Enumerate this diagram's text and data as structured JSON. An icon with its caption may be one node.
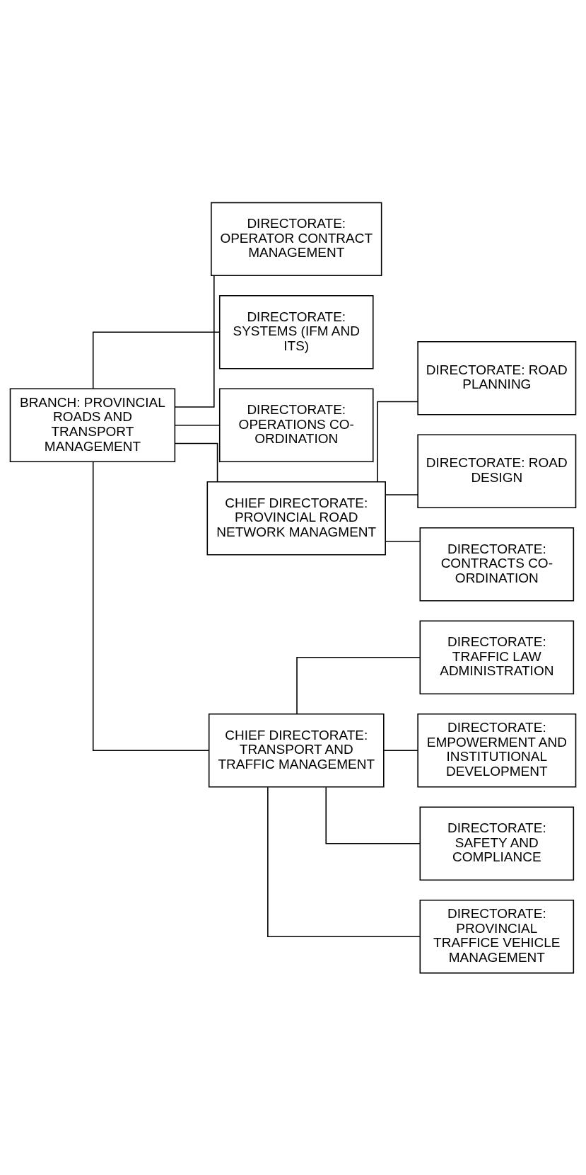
{
  "diagram": {
    "nodes": [
      {
        "text": [
          "BRANCH: PROVINCIAL ROADS AND TRANSPORT MANAGEMENT"
        ]
      },
      {
        "text": [
          "DIRECTORATE: OPERATOR CONTRACT MANAGEMENT"
        ]
      },
      {
        "text": [
          "DIRECTORATE: SYSTEMS (IFM AND ITS)"
        ]
      },
      {
        "text": [
          "DIRECTORATE: OPERATIONS CO-ORDINATION"
        ]
      },
      {
        "text": [
          "CHIEF DIRECTORATE: PROVINCIAL ROAD NETWORK MANAGMENT"
        ]
      },
      {
        "text": [
          "DIRECTORATE: ROAD PLANNING"
        ]
      },
      {
        "text": [
          "DIRECTORATE: ROAD DESIGN"
        ]
      },
      {
        "text": [
          "DIRECTORATE: CONTRACTS CO-ORDINATION"
        ]
      },
      {
        "text": [
          "CHIEF DIRECTORATE: TRANSPORT AND TRAFFIC MANAGEMENT"
        ]
      },
      {
        "text": [
          "DIRECTORATE: TRAFFIC LAW ADMINISTRATION"
        ]
      },
      {
        "text": [
          "DIRECTORATE: EMPOWERMENT AND INSTITUTIONAL DEVELOPMENT"
        ]
      },
      {
        "text": [
          "DIRECTORATE: SAFETY AND COMPLIANCE"
        ]
      },
      {
        "text": [
          "DIRECTORATE: PROVINCIAL TRAFFICE VEHICLE MANAGEMENT"
        ]
      }
    ],
    "edges": [
      {
        "from": 0,
        "to": 1,
        "arrow": "none"
      },
      {
        "from": 0,
        "to": 2,
        "arrow": "none"
      },
      {
        "from": 0,
        "to": 3,
        "arrow": "none"
      },
      {
        "from": 0,
        "to": 4,
        "arrow": "none"
      },
      {
        "from": 4,
        "to": 5,
        "arrow": "none"
      },
      {
        "from": 4,
        "to": 6,
        "arrow": "none"
      },
      {
        "from": 4,
        "to": 7,
        "arrow": "none"
      },
      {
        "from": 0,
        "to": 8,
        "arrow": "none"
      },
      {
        "from": 8,
        "to": 9,
        "arrow": "none"
      },
      {
        "from": 8,
        "to": 10,
        "arrow": "none"
      },
      {
        "from": 8,
        "to": 11,
        "arrow": "none"
      },
      {
        "from": 8,
        "to": 12,
        "arrow": "none"
      }
    ]
  }
}
